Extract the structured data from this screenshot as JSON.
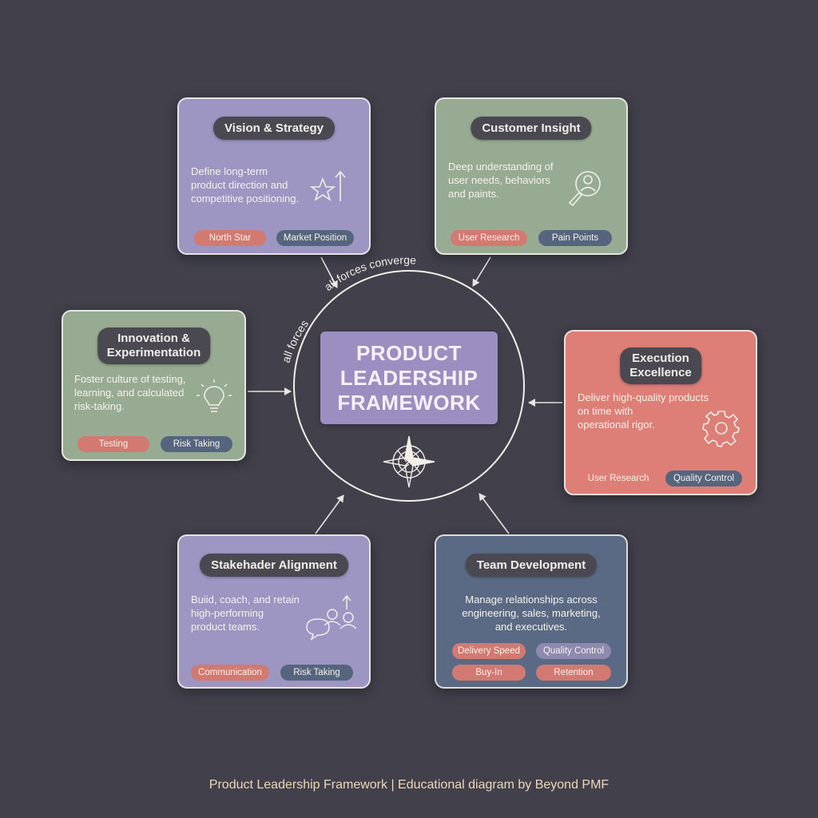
{
  "center": {
    "title_line1": "PRODUCT",
    "title_line2": "LEADERSHIP",
    "title_line3": "FRAMEWORK",
    "arc_label_top": "all forces converge",
    "arc_label_left": "all forces"
  },
  "cards": {
    "vision": {
      "title": "Vision & Strategy",
      "desc": [
        "Define long-term",
        "product direction and",
        "competitive positioning."
      ],
      "tags": [
        "North Star",
        "Market Position"
      ],
      "color": "#9d95c2"
    },
    "customer": {
      "title": "Customer Insight",
      "desc": [
        "Deep understanding of",
        "user needs, behaviors",
        "and paints."
      ],
      "tags": [
        "User Research",
        "Pain Points"
      ],
      "color": "#97ab92"
    },
    "innovation": {
      "title_line1": "Innovation &",
      "title_line2": "Experimentation",
      "desc": [
        "Foster culture of testing,",
        "learning, and calculated",
        "risk-taking."
      ],
      "tags": [
        "Testing",
        "Risk Taking"
      ],
      "color": "#97ab92"
    },
    "execution": {
      "title_line1": "Execution",
      "title_line2": "Excellence",
      "desc": [
        "Deliver high-quality products",
        "on time with",
        "operational rigor."
      ],
      "tags": [
        "User Research",
        "Quality Control"
      ],
      "color": "#dd7e77"
    },
    "stakeholder": {
      "title": "Stakehader Alignment",
      "desc": [
        "Buiid, coach, and retain",
        "high-performing",
        "product teams."
      ],
      "tags": [
        "Communication",
        "Risk Taking"
      ],
      "color": "#9d95c2"
    },
    "team": {
      "title": "Team Development",
      "desc": [
        "Manage relationships across",
        "engineering, sales, marketing,",
        "and executives."
      ],
      "tags": [
        "Delivery Speed",
        "Quality Control",
        "Buy-In",
        "Retention"
      ],
      "color": "#5b6a84"
    }
  },
  "icons": {
    "vision": "star-arrow-icon",
    "customer": "user-search-icon",
    "innovation": "lightbulb-icon",
    "execution": "gear-icon",
    "stakeholder": "people-chat-icon",
    "center": "compass-icon"
  },
  "footer": "Product Leadership Framework | Educational diagram by Beyond PMF"
}
